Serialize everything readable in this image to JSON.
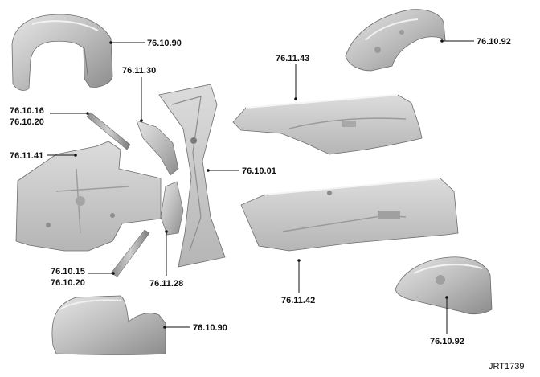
{
  "diagram": {
    "reference": "JRT1739",
    "callouts": {
      "front_fender_liner": "76.10.90",
      "rear_wheelarch_liner_top": "76.10.92",
      "sill_cover_upper": "76.11.43",
      "bracket_upper": "76.11.30",
      "strut_upper": [
        "76.10.16",
        "76.10.20"
      ],
      "front_undertray": "76.11.41",
      "center_brace": "76.10.01",
      "sill_cover_lower": "76.11.42",
      "strut_lower": [
        "76.10.15",
        "76.10.20"
      ],
      "bracket_lower": "76.11.28",
      "front_fender_liner_bottom": "76.10.90",
      "rear_wheelarch_liner_bottom": "76.10.92"
    }
  }
}
